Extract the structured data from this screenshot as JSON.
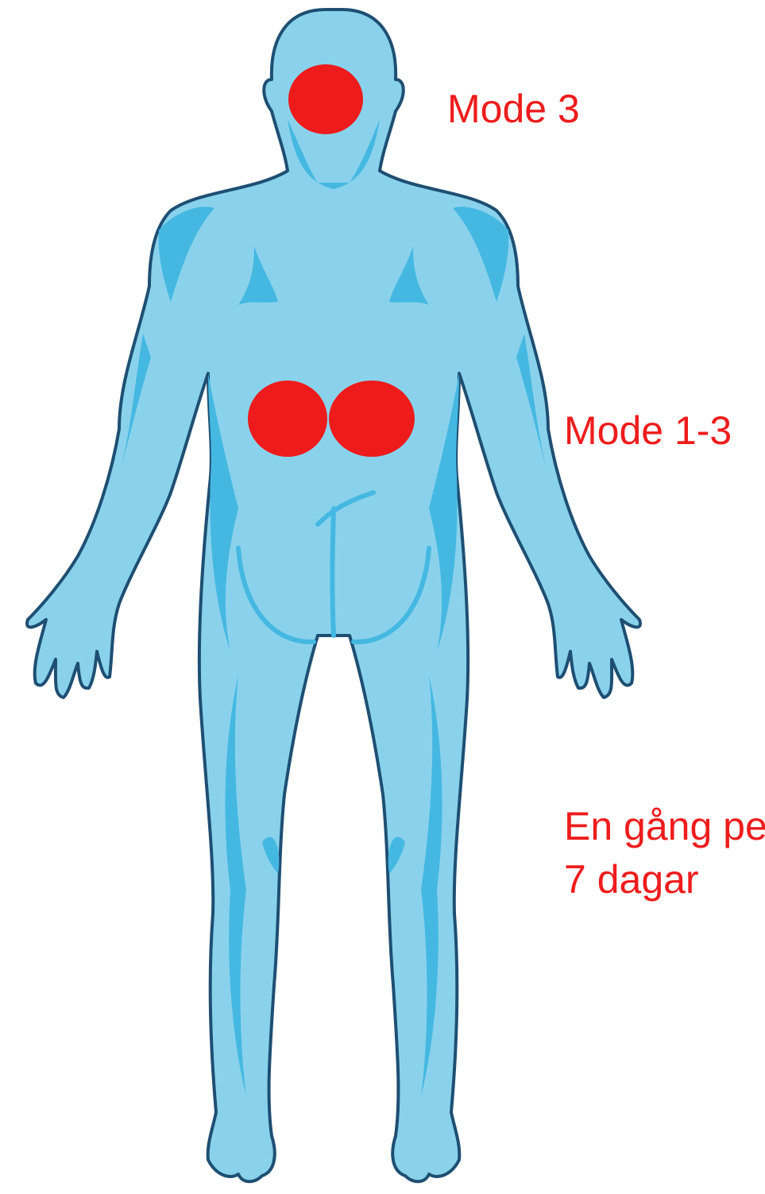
{
  "labels": {
    "head_zone": "Mode 3",
    "back_zone": "Mode 1-3",
    "frequency_line1": "En gång pe",
    "frequency_line2": "7 dagar"
  },
  "colors": {
    "body_fill": "#8ad2ec",
    "body_shadow": "#45b8e2",
    "outline": "#1e4f73",
    "marker": "#ed1b1b",
    "text": "#ee1c1c"
  },
  "icons": {
    "figure": "human-body-back-view-icon",
    "marker": "treatment-point-icon"
  }
}
